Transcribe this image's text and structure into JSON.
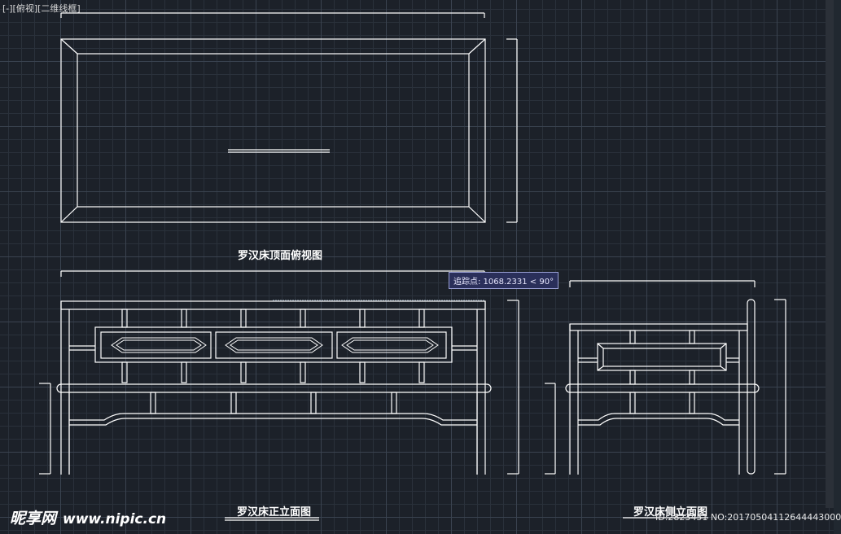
{
  "viewport": {
    "label": "[-][俯视][二维线框]"
  },
  "titles": {
    "top_view": "罗汉床顶面俯视图",
    "front_view": "罗汉床正立面图",
    "side_view": "罗汉床侧立面图"
  },
  "tracking_tooltip": "追踪点: 1068.2331 < 90°",
  "watermark": {
    "logo": "昵享网",
    "url": "www.nipic.cn"
  },
  "image_id": "ID:2823451 NO:20170504112644443000",
  "colors": {
    "background": "#1c2129",
    "lines": "#ffffff",
    "tooltip_bg": "#2a2f5a"
  }
}
